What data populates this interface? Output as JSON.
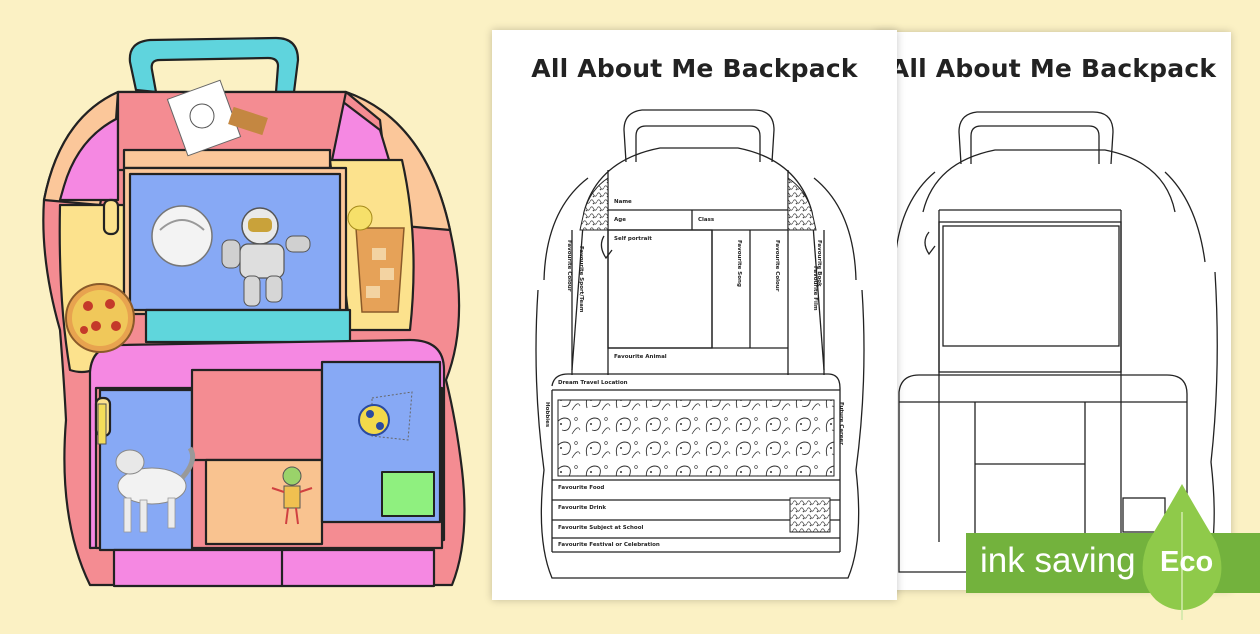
{
  "colored_backpack": {
    "caption": "colored example backpack illustration",
    "colors": {
      "handle": "#5fd4dd",
      "pink": "#f48c92",
      "peach": "#fbc79a",
      "yellow": "#fce28d",
      "magenta": "#f588e2",
      "blue": "#87a9f5",
      "teal": "#5fd6dc",
      "orange": "#f9c390",
      "green": "#8ff07f"
    },
    "icons": [
      "drawing-icon",
      "astronaut-icon",
      "helmet-icon",
      "iced-drink-icon",
      "pizza-icon",
      "dog-icon",
      "robot-icon",
      "soccer-ball-icon",
      "pencil-icon"
    ]
  },
  "worksheet_front": {
    "title": "All About Me Backpack",
    "labels": {
      "name": "Name",
      "age": "Age",
      "class": "Class",
      "self_portrait": "Self portrait",
      "favourite_animal": "Favourite Animal",
      "dream_travel": "Dream Travel Location",
      "favourite_food": "Favourite Food",
      "favourite_drink": "Favourite Drink",
      "favourite_subject": "Favourite Subject at School",
      "favourite_festival": "Favourite Festival or Celebration",
      "left_v1": "Favourite Colour",
      "left_v2": "Favourite Sport/Team",
      "right_v1": "Favourite Book",
      "right_v2": "Favourite Film",
      "mid_v1": "Favourite Colour",
      "mid_v2": "Favourite Song",
      "hobbies": "Hobbies",
      "future": "Future Career"
    }
  },
  "worksheet_back": {
    "title": "All About Me Backpack"
  },
  "badge": {
    "text": "ink saving",
    "word": "Eco",
    "color": "#73b23d"
  }
}
